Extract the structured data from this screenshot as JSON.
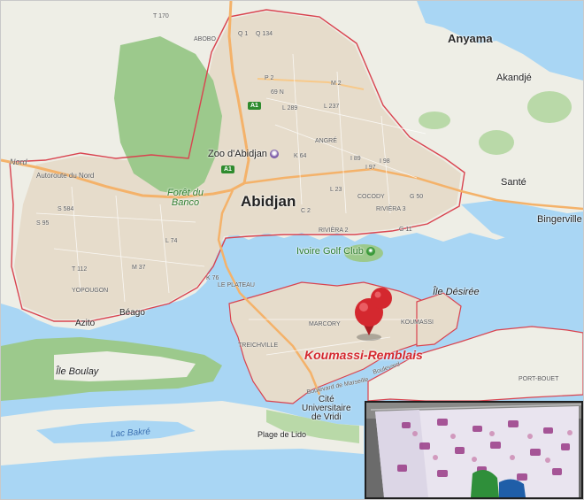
{
  "map": {
    "labels": {
      "abidjan": "Abidjan",
      "anyama": "Anyama",
      "akandje": "Akandjé",
      "sante": "Santé",
      "bingerville": "Bingerville",
      "zoo": "Zoo d'Abidjan",
      "foret": "Forêt du\nBanco",
      "golf": "Ivoire Golf Club",
      "ile_desiree": "Île Désirée",
      "koumassi": "KOUMASSI",
      "marcory": "MARCORY",
      "treichville": "TREICHVILLE",
      "le_plateau": "LE PLATEAU",
      "beago": "Béago",
      "azito": "Azito",
      "yopougon": "YOPOUGON",
      "ile_boulay": "Île Boulay",
      "lac_bakre": "Lac Bakré",
      "cite_univ": "Cité\nUniversitaire\nde Vridi",
      "plage": "Plage de Lido",
      "port_bouet": "PORT-BOUET",
      "cocody": "COCODY",
      "riviera3": "RIVIÈRA 3",
      "riviera2": "RIVIÈRA 2",
      "angre": "ANGRÉ",
      "abobo": "ABOBO",
      "autoroute": "Autoroute du Nord",
      "nord": "Nord",
      "boulevard": "Boulevard",
      "canal": "Boulevard de Marseille"
    },
    "roads": {
      "t170": "T 170",
      "q134": "Q 134",
      "q1": "Q 1",
      "p2": "P 2",
      "m2": "M 2",
      "n69": "69 N",
      "l289": "L 289",
      "l237": "L 237",
      "k64": "K 64",
      "l23": "L 23",
      "c2": "C 2",
      "g50": "G 50",
      "g11": "G 11",
      "l74": "L 74",
      "m37": "M 37",
      "t112": "T 112",
      "s584": "S 584",
      "s95": "S 95",
      "i98": "I 98",
      "i97": "I 97",
      "i89": "I 89",
      "k76": "K 76"
    },
    "shields": {
      "a1_top": "A1",
      "a1_mid": "A1"
    },
    "featured_place": "Koumassi-Remblais",
    "colors": {
      "water": "#a9d6f4",
      "land": "#f2efe8",
      "urban": "#e6dccb",
      "park": "#9cc98c",
      "boundary": "#d9434f",
      "highway": "#f4b26a",
      "pin": "#d4282f"
    }
  }
}
